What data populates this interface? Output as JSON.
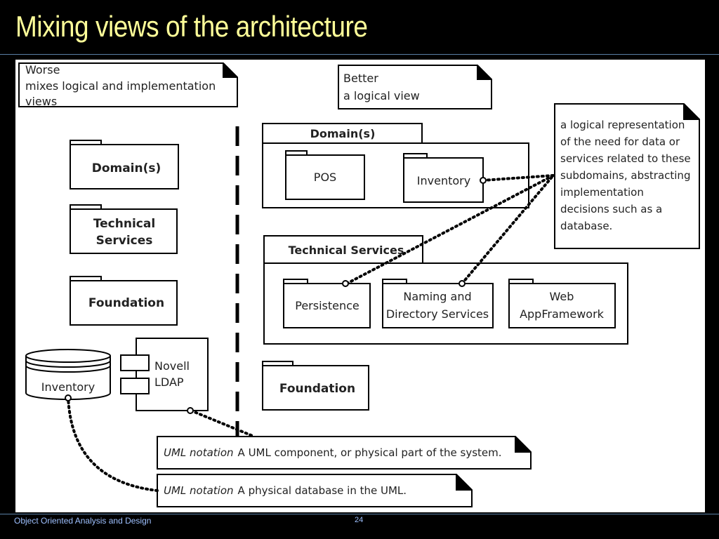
{
  "slide": {
    "title": "Mixing views of the architecture",
    "footer": "Object Oriented Analysis and Design",
    "page_number": "24"
  },
  "worse": {
    "note_line1": "Worse",
    "note_line2": "mixes logical and implementation",
    "note_line3": "views",
    "domain": "Domain(s)",
    "technical_line1": "Technical",
    "technical_line2": "Services",
    "foundation": "Foundation",
    "database": "Inventory",
    "component_line1": "Novell",
    "component_line2": "LDAP"
  },
  "better": {
    "note_line1": "Better",
    "note_line2": "a logical view",
    "domain": "Domain(s)",
    "pos": "POS",
    "inventory": "Inventory",
    "technical": "Technical Services",
    "persistence": "Persistence",
    "naming_line1": "Naming and",
    "naming_line2": "Directory Services",
    "web_line1": "Web",
    "web_line2": "AppFramework",
    "foundation": "Foundation"
  },
  "logical_note": [
    "a logical representation",
    "of the need for data or",
    "services related to these",
    "subdomains, abstracting",
    "implementation",
    "decisions such as a",
    "database."
  ],
  "uml_notes": {
    "component_italic": "UML notation",
    "component_text": "A UML component, or physical part of the system.",
    "database_italic": "UML notation",
    "database_text": "A physical database in the UML."
  }
}
